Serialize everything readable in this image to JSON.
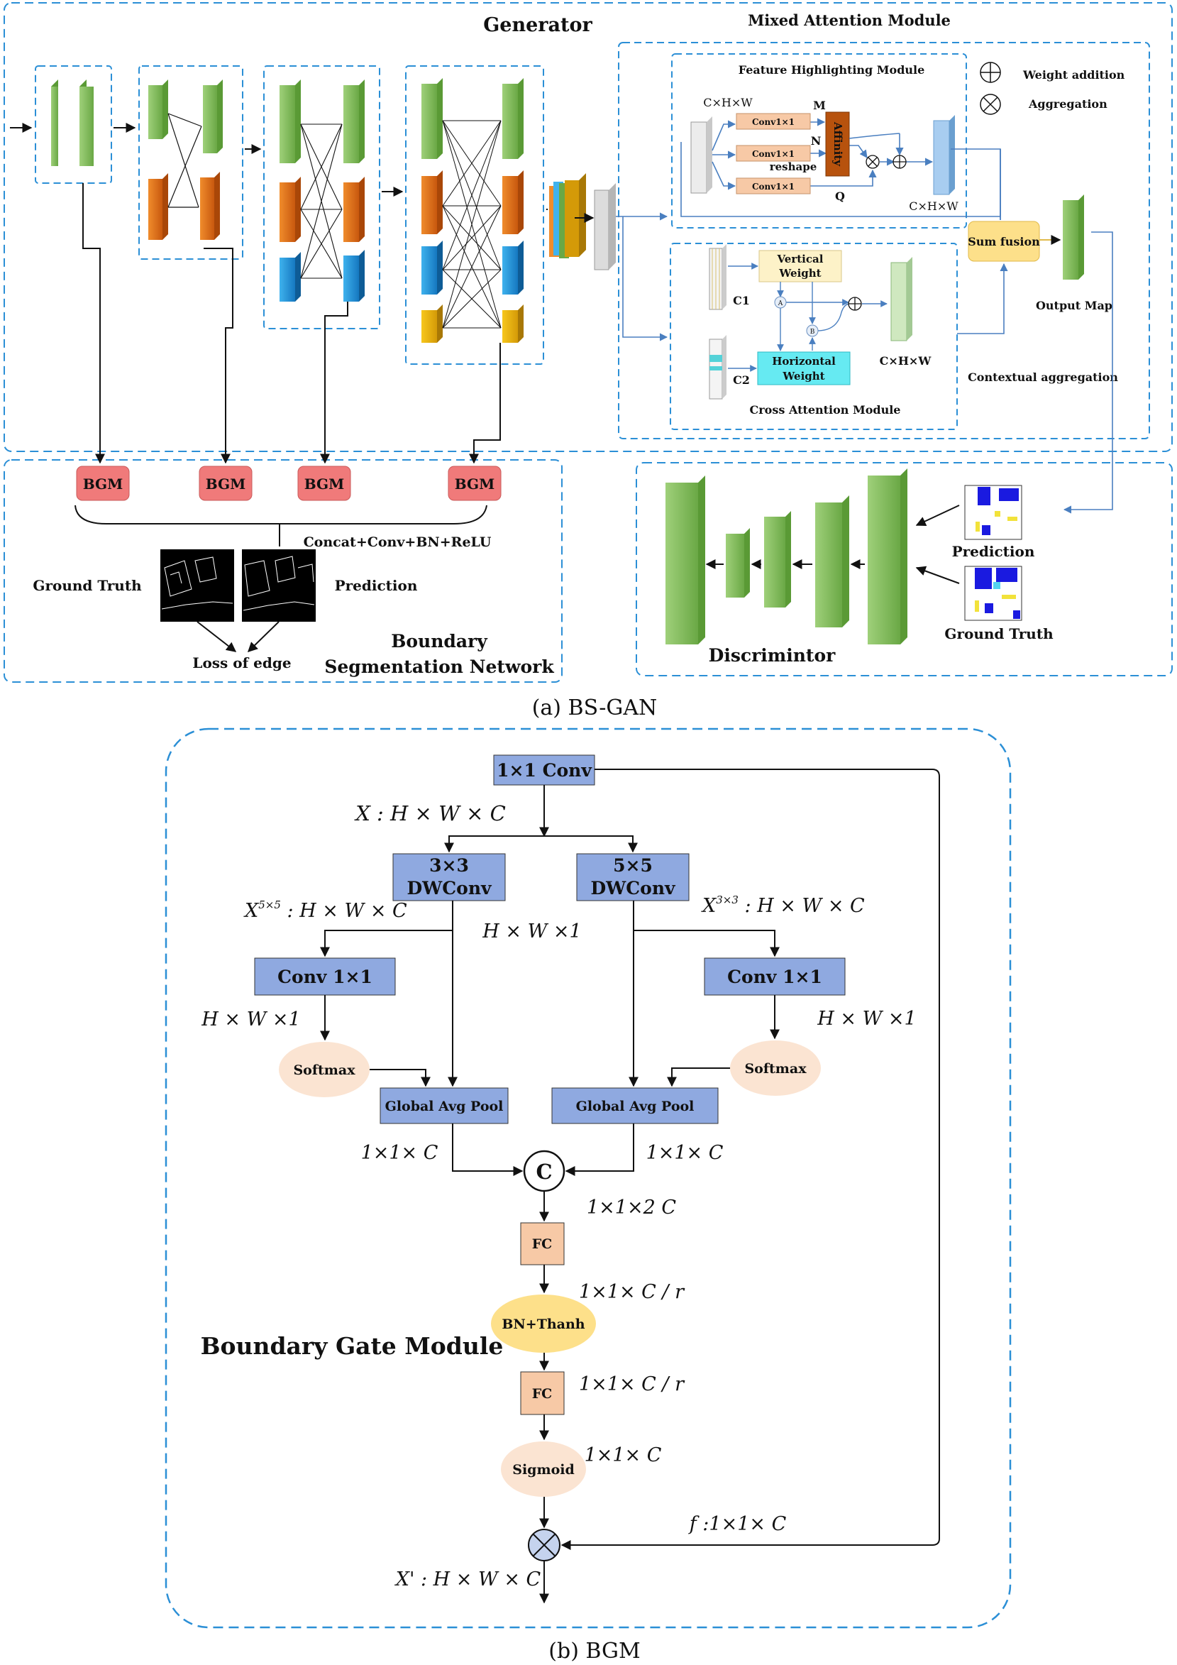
{
  "panel_a": {
    "generator": "Generator",
    "mixed_attention": "Mixed Attention Module",
    "fhm": {
      "title": "Feature Highlighting Module",
      "input_dim": "C×H×W",
      "conv1": "Conv1×1",
      "conv2": "Conv1×1",
      "conv3": "Conv1×1",
      "m": "M",
      "n": "N",
      "q": "Q",
      "reshape": "reshape",
      "affinity": "Affinity",
      "output_dim": "C×H×W"
    },
    "legend": {
      "weight_addition": "Weight addition",
      "aggregation": "Aggregation"
    },
    "sum_fusion": "Sum fusion",
    "output_map": "Output Map",
    "contextual_aggregation": "Contextual aggregation",
    "cam": {
      "title": "Cross Attention Module",
      "c1": "C1",
      "c2": "C2",
      "vertical_line1": "Vertical",
      "vertical_line2": "Weight",
      "horizontal_line1": "Horizontal",
      "horizontal_line2": "Weight",
      "a": "A",
      "b": "B",
      "output_dim": "C×H×W"
    },
    "bgm_label": "BGM",
    "concat": "Concat+Conv+BN+ReLU",
    "ground_truth": "Ground Truth",
    "prediction": "Prediction",
    "loss_of_edge": "Loss of edge",
    "bsn_line1": "Boundary",
    "bsn_line2": "Segmentation Network",
    "disc_prediction": "Prediction",
    "disc_ground_truth": "Ground Truth",
    "discriminator": "Discrimintor",
    "caption": "(a)  BS-GAN"
  },
  "panel_b": {
    "conv1x1_top": "1×1 Conv",
    "x_dim": "X : H × W × C",
    "dw3_line1": "3×3",
    "dw3_line2": "DWConv",
    "dw5_line1": "5×5",
    "dw5_line2": "DWConv",
    "x5_base": "X",
    "x5_sup": "5×5",
    "x5_rest": " : H × W × C",
    "x3_base": "X",
    "x3_sup": "3×3",
    "x3_rest": " : H × W × C",
    "hw1_center": "H × W ×1",
    "conv_left": "Conv 1×1",
    "conv_right": "Conv 1×1",
    "hw1_left": "H × W ×1",
    "hw1_right": "H × W ×1",
    "softmax_left": "Softmax",
    "softmax_right": "Softmax",
    "gap_left": "Global Avg Pool",
    "gap_right": "Global Avg Pool",
    "c11_left": "1×1× C",
    "c11_right": "1×1× C",
    "concat_c": "C",
    "c2": "1×1×2 C",
    "fc1": "FC",
    "cr1": "1×1× C / r",
    "bn_tanh": "BN+Thanh",
    "module_title": "Boundary Gate Module",
    "fc2": "FC",
    "cr2": "1×1× C / r",
    "sigmoid": "Sigmoid",
    "c1_sig": "1×1× C",
    "f_dim": "f :1×1× C",
    "xprime_dim": "X' : H × W × C",
    "caption": "(b)  BGM"
  }
}
